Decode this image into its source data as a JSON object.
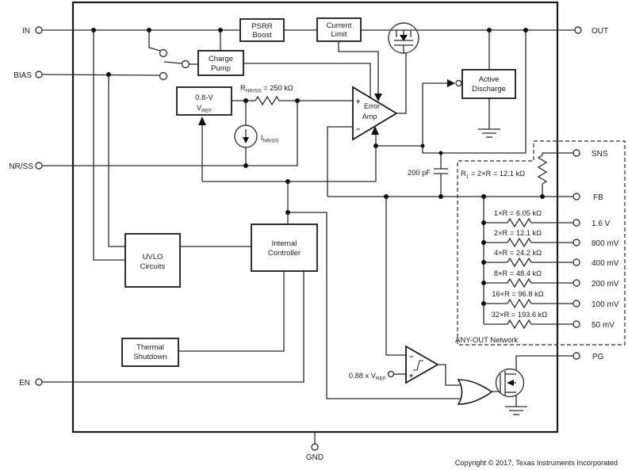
{
  "blocks": {
    "psrr_boost": {
      "l1": "PSRR",
      "l2": "Boost"
    },
    "current_limit": {
      "l1": "Current",
      "l2": "Limit"
    },
    "charge_pump": {
      "l1": "Charge",
      "l2": "Pump"
    },
    "vref": {
      "l1": "0.8-V",
      "sym": "V",
      "sub": "REF"
    },
    "active_discharge": {
      "l1": "Active",
      "l2": "Discharge"
    },
    "uvlo": {
      "l1": "UVLO",
      "l2": "Circuits"
    },
    "internal_controller": {
      "l1": "Internal",
      "l2": "Controller"
    },
    "thermal_shutdown": {
      "l1": "Thermal",
      "l2": "Shutdown"
    },
    "error_amp": {
      "l1": "Error",
      "l2": "Amp"
    }
  },
  "pins": {
    "in": "IN",
    "bias": "BIAS",
    "nrss": "NR/SS",
    "en": "EN",
    "gnd": "GND",
    "out": "OUT",
    "sns": "SNS",
    "fb": "FB",
    "pg": "PG",
    "ladder": [
      "1.6 V",
      "800 mV",
      "400 mV",
      "200 mV",
      "100 mV",
      "50 mV"
    ]
  },
  "components": {
    "r_nrss": {
      "sym": "R",
      "sub": "NR/SS",
      "rest": " = 250 kΩ"
    },
    "i_nrss": {
      "sym": "I",
      "sub": "NR/SS"
    },
    "cff": "200 pF",
    "r1": {
      "sym": "R",
      "sub": "1",
      "rest": " = 2×R = 12.1 kΩ"
    },
    "ladder_resistors": [
      "1×R = 6.05 kΩ",
      "2×R = 12.1 kΩ",
      "4×R = 24.2 kΩ",
      "8×R = 48.4 kΩ",
      "16×R = 96.8 kΩ",
      "32×R = 193.6 kΩ"
    ],
    "anyout_label": "ANY-OUT Network",
    "pg_ref": {
      "pre": "0.88 x V",
      "sub": "REF"
    }
  },
  "signs": {
    "plus": "+",
    "minus": "−"
  },
  "footer": "Copyright © 2017, Texas Instruments Incorporated"
}
